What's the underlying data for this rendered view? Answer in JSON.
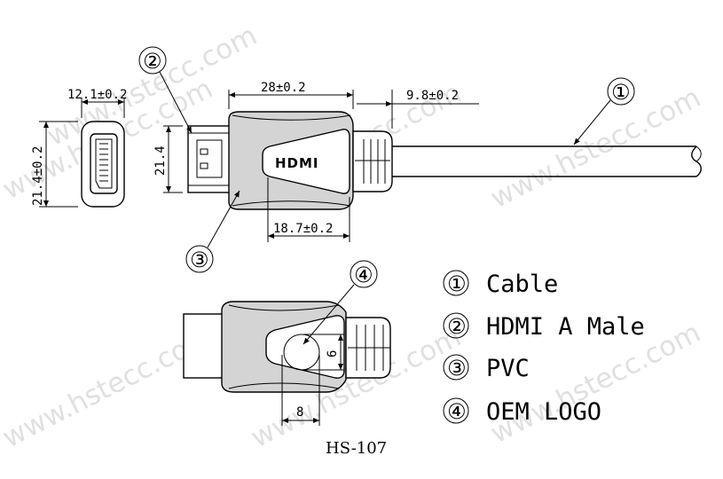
{
  "watermark": "www.hstecc.com",
  "logo_text": "HDMI",
  "model": "HS-107",
  "dimensions": {
    "front_width": "12.1±0.2",
    "front_height": "21.4±0.2",
    "side_height": "21.4",
    "body_length": "28±0.2",
    "strain_relief_length": "9.8±0.2",
    "head_length": "18.7±0.2",
    "logo_width": "8",
    "logo_height": "6"
  },
  "callouts": {
    "c1": "①",
    "c2": "②",
    "c3": "③",
    "c4": "④"
  },
  "legend": [
    {
      "num": "①",
      "label": "Cable"
    },
    {
      "num": "②",
      "label": "HDMI A Male"
    },
    {
      "num": "③",
      "label": "PVC"
    },
    {
      "num": "④",
      "label": "OEM LOGO"
    }
  ]
}
